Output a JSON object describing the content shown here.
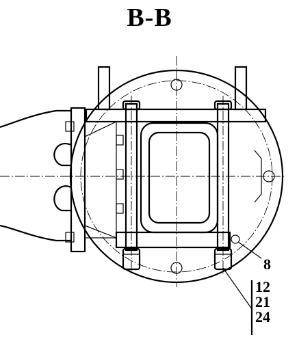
{
  "title": "B-B",
  "callouts": {
    "leader_8": "8",
    "stack": [
      "12",
      "21",
      "24"
    ]
  },
  "colors": {
    "line": "#000000",
    "background": "#ffffff"
  }
}
